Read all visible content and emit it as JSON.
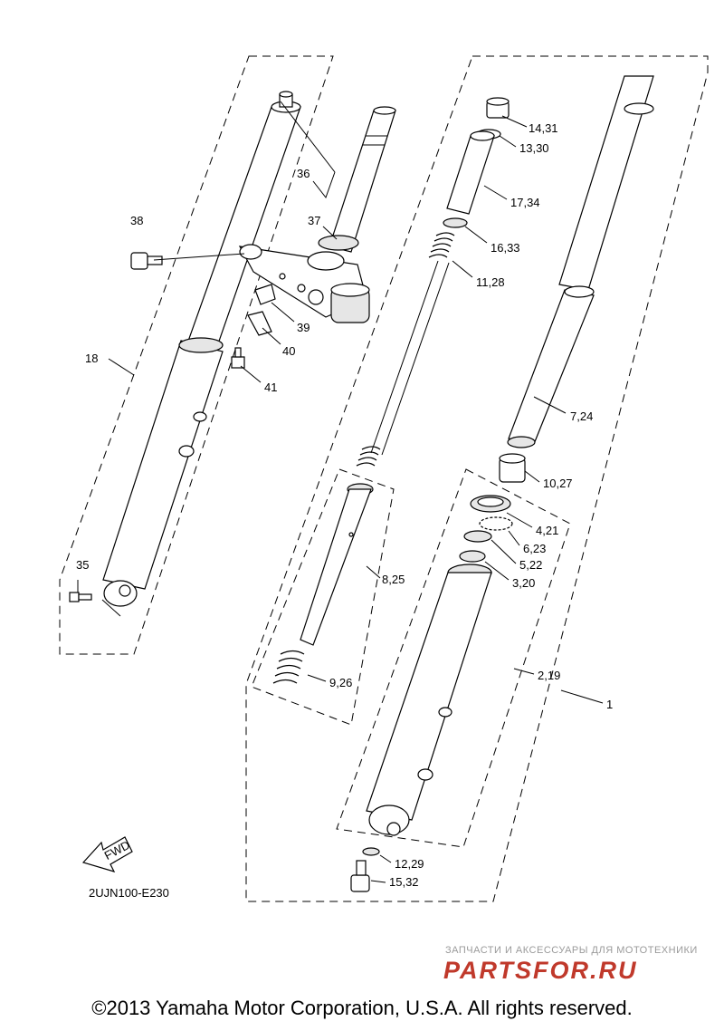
{
  "diagram": {
    "code": "2UJN100-E230",
    "fwd_label": "FWD",
    "callouts": {
      "c1": "1",
      "c2_19": "2,19",
      "c3_20": "3,20",
      "c4_21": "4,21",
      "c5_22": "5,22",
      "c6_23": "6,23",
      "c7_24": "7,24",
      "c8_25": "8,25",
      "c9_26": "9,26",
      "c10_27": "10,27",
      "c11_28": "11,28",
      "c12_29": "12,29",
      "c13_30": "13,30",
      "c14_31": "14,31",
      "c15_32": "15,32",
      "c16_33": "16,33",
      "c17_34": "17,34",
      "c18": "18",
      "c35": "35",
      "c36": "36",
      "c37": "37",
      "c38": "38",
      "c39": "39",
      "c40": "40",
      "c41": "41"
    }
  },
  "watermark": {
    "tagline": "ЗАПЧАСТИ И АКСЕССУАРЫ ДЛЯ МОТОТЕХНИКИ",
    "logo_text": "PARTSFOR.RU",
    "color": "#c0392b"
  },
  "footer": {
    "copyright": "©2013 Yamaha Motor Corporation, U.S.A. All rights reserved."
  }
}
